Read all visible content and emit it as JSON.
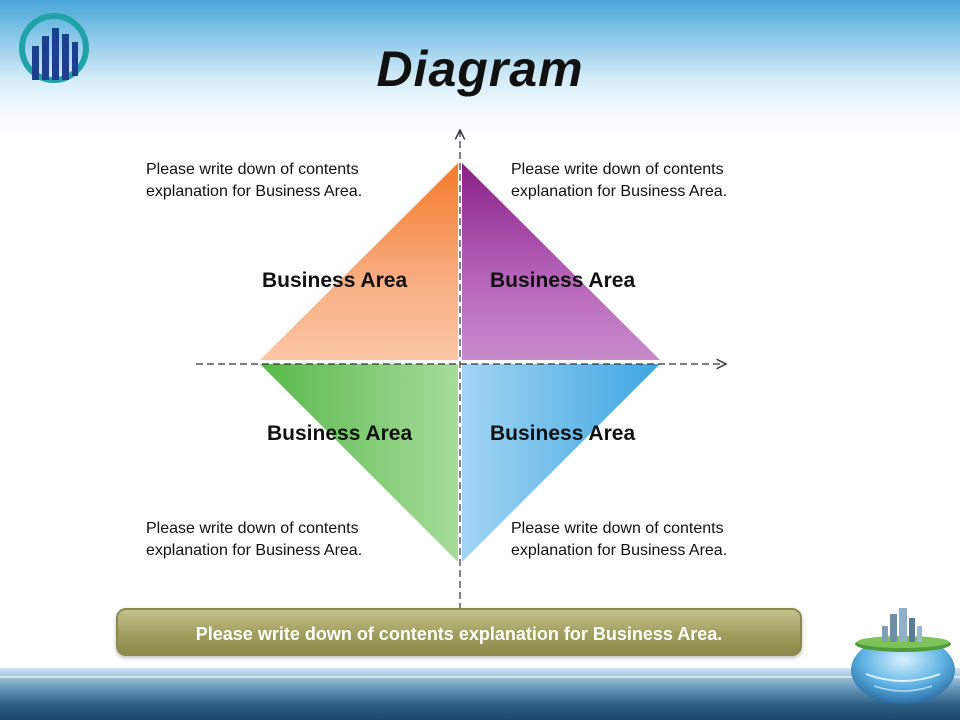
{
  "slide": {
    "title": "Diagram"
  },
  "quadrants": {
    "top_left": {
      "label": "Business Area",
      "caption_line1": "Please write down of contents",
      "caption_line2": "explanation for Business Area.",
      "color": "#f47f30"
    },
    "top_right": {
      "label": "Business Area",
      "caption_line1": "Please write down of contents",
      "caption_line2": "explanation for Business Area.",
      "color": "#8e2a8e"
    },
    "bottom_left": {
      "label": "Business Area",
      "caption_line1": "Please write down of contents",
      "caption_line2": "explanation for Business Area.",
      "color": "#5bbd4e"
    },
    "bottom_right": {
      "label": "Business Area",
      "caption_line1": "Please write down of contents",
      "caption_line2": "explanation for Business Area.",
      "color": "#3fa8e0"
    }
  },
  "banner": {
    "text": "Please write down of contents explanation for Business Area."
  },
  "icons": [
    "bar-chart-logo-icon",
    "globe-city-icon"
  ]
}
